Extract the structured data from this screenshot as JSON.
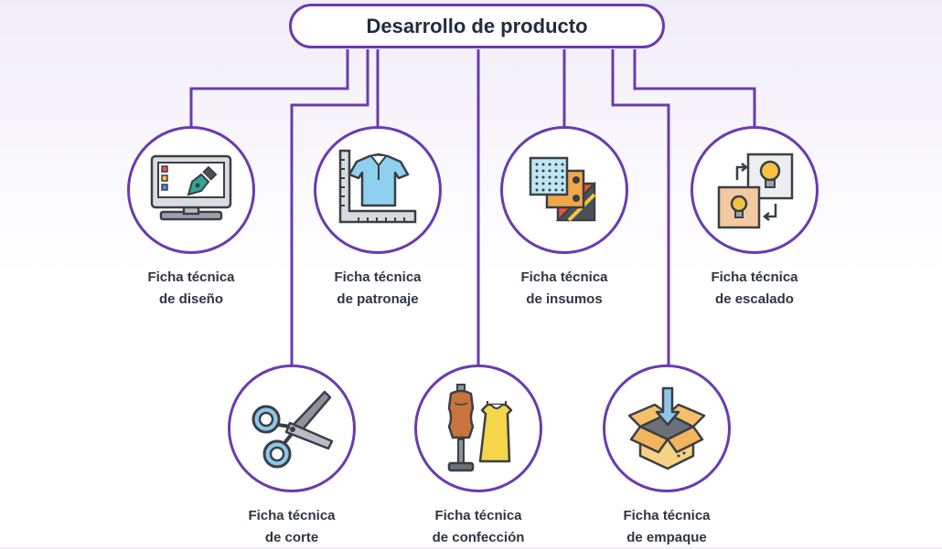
{
  "title": "Desarrollo de producto",
  "colors": {
    "accent": "#6a3bb0",
    "text": "#2d3640"
  },
  "nodes": [
    {
      "id": "diseno",
      "line1": "Ficha técnica",
      "line2": "de diseño",
      "icon": "monitor-pen-icon"
    },
    {
      "id": "patronaje",
      "line1": "Ficha técnica",
      "line2": "de patronaje",
      "icon": "shirt-ruler-icon"
    },
    {
      "id": "insumos",
      "line1": "Ficha técnica",
      "line2": "de insumos",
      "icon": "fabric-buttons-icon"
    },
    {
      "id": "escalado",
      "line1": "Ficha técnica",
      "line2": "de escalado",
      "icon": "lightbulb-scale-icon"
    },
    {
      "id": "corte",
      "line1": "Ficha técnica",
      "line2": "de corte",
      "icon": "scissors-icon"
    },
    {
      "id": "confeccion",
      "line1": "Ficha técnica",
      "line2": "de confección",
      "icon": "mannequin-dress-icon"
    },
    {
      "id": "empaque",
      "line1": "Ficha técnica",
      "line2": "de empaque",
      "icon": "box-arrow-icon"
    }
  ]
}
